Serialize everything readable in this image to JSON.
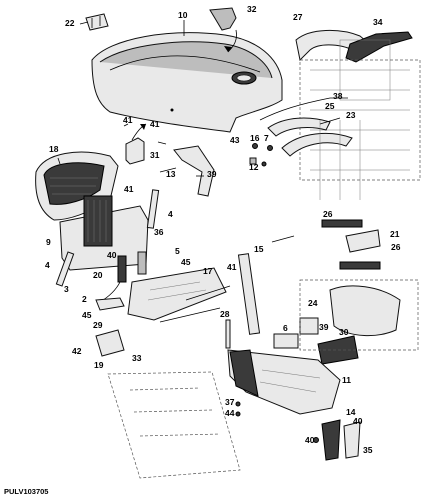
{
  "figure_id": "PULV103705",
  "callouts": [
    "22",
    "10",
    "32",
    "27",
    "34",
    "41",
    "38",
    "41",
    "25",
    "23",
    "7",
    "16",
    "43",
    "12",
    "31",
    "18",
    "13",
    "39",
    "41",
    "4",
    "36",
    "9",
    "40",
    "5",
    "45",
    "20",
    "17",
    "41",
    "15",
    "21",
    "26",
    "26",
    "4",
    "3",
    "2",
    "45",
    "29",
    "42",
    "19",
    "33",
    "28",
    "6",
    "24",
    "39",
    "30",
    "11",
    "37",
    "44",
    "14",
    "40",
    "40",
    "35"
  ]
}
